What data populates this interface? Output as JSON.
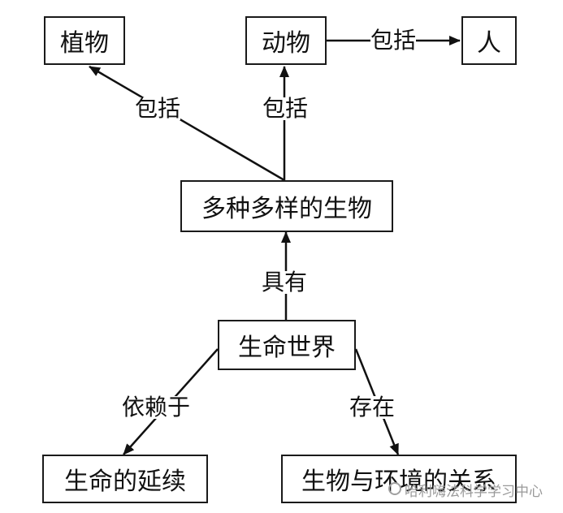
{
  "diagram": {
    "nodes": {
      "plants": "植物",
      "animals": "动物",
      "human": "人",
      "diverse": "多种多样的生物",
      "world": "生命世界",
      "continuation": "生命的延续",
      "relation": "生物与环境的关系"
    },
    "edges": {
      "diverse_to_plants": "包括",
      "diverse_to_animals": "包括",
      "animals_to_human": "包括",
      "world_to_diverse": "具有",
      "world_to_continuation": "依赖于",
      "world_to_relation": "存在"
    }
  },
  "watermark": {
    "text": "哈利嗨法科学学习中心"
  }
}
